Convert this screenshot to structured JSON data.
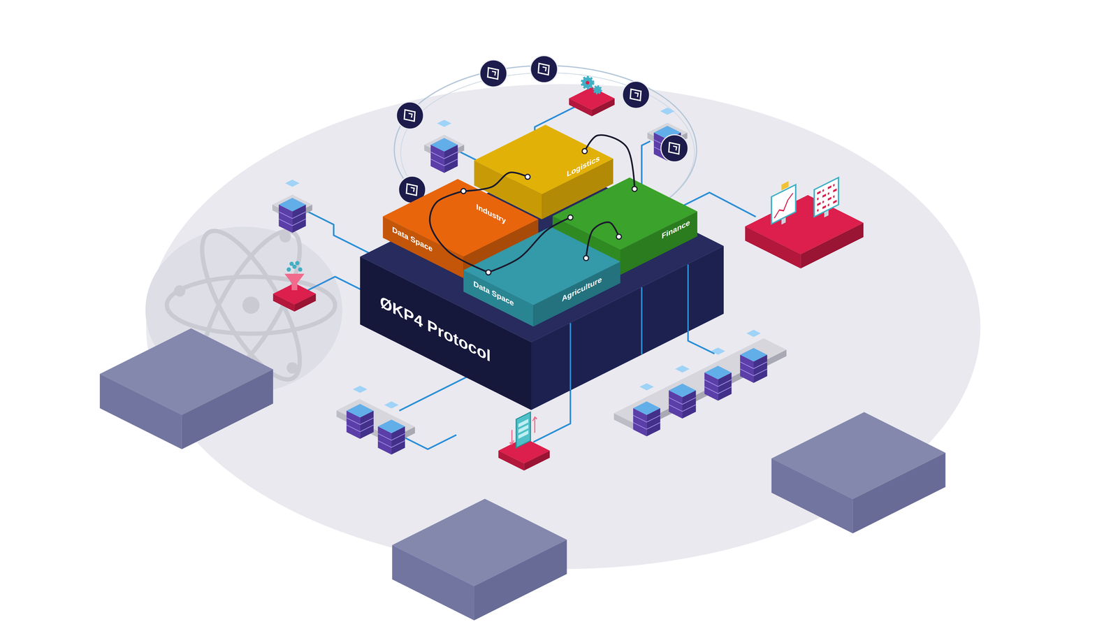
{
  "diagram": {
    "nodes": [
      {
        "text": [
          "ØKP4 Protocol"
        ]
      },
      {
        "text": [
          "Logistics"
        ]
      },
      {
        "text": [
          "Data Space",
          "Industry"
        ]
      },
      {
        "text": [
          "Finance"
        ]
      },
      {
        "text": [
          "Data Space",
          "Agriculture"
        ]
      }
    ],
    "edges": [
      {
        "from": 2,
        "to": 1,
        "arrow": "none"
      },
      {
        "from": 2,
        "to": 4,
        "arrow": "none"
      },
      {
        "from": 4,
        "to": 3,
        "arrow": "none"
      },
      {
        "from": 1,
        "to": 3,
        "arrow": "none"
      },
      {
        "from": 3,
        "to": 4,
        "arrow": "none"
      }
    ]
  }
}
